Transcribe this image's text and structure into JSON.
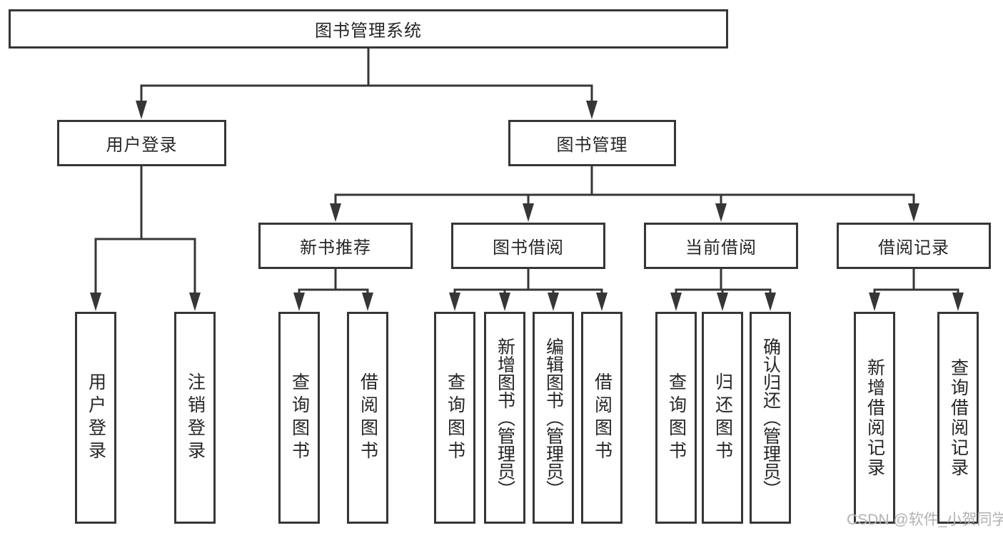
{
  "colors": {
    "line": "#363636",
    "text": "#262626",
    "watermark": "#b2b2b2",
    "background": "#ffffff"
  },
  "watermark": {
    "text": "CSDN @软件_小贺同学"
  },
  "nodes": {
    "root": {
      "id": "system",
      "label": "图书管理系统"
    },
    "level2": [
      {
        "id": "user-login",
        "label": "用户登录",
        "parent": "system"
      },
      {
        "id": "book-management",
        "label": "图书管理",
        "parent": "system"
      }
    ],
    "level3": [
      {
        "id": "new-book-recommend",
        "label": "新书推荐",
        "parent": "book-management"
      },
      {
        "id": "book-borrow",
        "label": "图书借阅",
        "parent": "book-management"
      },
      {
        "id": "current-borrow",
        "label": "当前借阅",
        "parent": "book-management"
      },
      {
        "id": "borrow-records",
        "label": "借阅记录",
        "parent": "book-management"
      }
    ],
    "leaves": [
      {
        "id": "leaf-user-login",
        "label": "用户登录",
        "parent": "user-login"
      },
      {
        "id": "leaf-logout",
        "label": "注销登录",
        "parent": "user-login"
      },
      {
        "id": "leaf-query-books-recommend",
        "label": "查询图书",
        "parent": "new-book-recommend"
      },
      {
        "id": "leaf-borrow-books-recommend",
        "label": "借阅图书",
        "parent": "new-book-recommend"
      },
      {
        "id": "leaf-query-books-borrow",
        "label": "查询图书",
        "parent": "book-borrow"
      },
      {
        "id": "leaf-add-books-admin",
        "label": "新增图书（管理员）",
        "parent": "book-borrow"
      },
      {
        "id": "leaf-edit-books-admin",
        "label": "编辑图书（管理员）",
        "parent": "book-borrow"
      },
      {
        "id": "leaf-borrow-books",
        "label": "借阅图书",
        "parent": "book-borrow"
      },
      {
        "id": "leaf-query-books-current",
        "label": "查询图书",
        "parent": "current-borrow"
      },
      {
        "id": "leaf-return-books",
        "label": "归还图书",
        "parent": "current-borrow"
      },
      {
        "id": "leaf-confirm-return-admin",
        "label": "确认归还（管理员）",
        "parent": "current-borrow"
      },
      {
        "id": "leaf-add-borrow-record",
        "label": "新增借阅记录",
        "parent": "borrow-records"
      },
      {
        "id": "leaf-query-borrow-record",
        "label": "查询借阅记录",
        "parent": "borrow-records"
      }
    ]
  }
}
